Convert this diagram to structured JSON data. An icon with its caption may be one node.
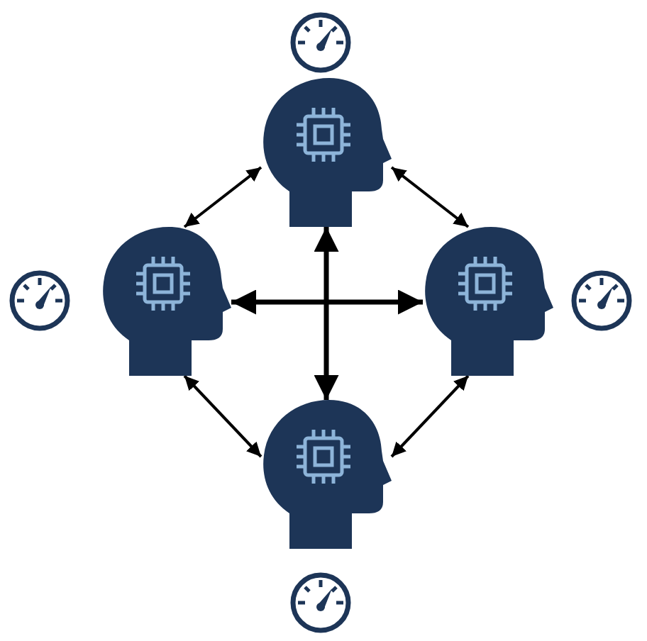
{
  "diagram": {
    "nodes": [
      {
        "text": [],
        "shape": "person"
      },
      {
        "text": [],
        "shape": "person"
      },
      {
        "text": [],
        "shape": "person"
      },
      {
        "text": [],
        "shape": "person"
      }
    ],
    "edges": [
      {
        "from": 0,
        "to": 1,
        "arrow": "both"
      },
      {
        "from": 0,
        "to": 2,
        "arrow": "both"
      },
      {
        "from": 0,
        "to": 3,
        "arrow": "both"
      },
      {
        "from": 1,
        "to": 2,
        "arrow": "both"
      },
      {
        "from": 1,
        "to": 3,
        "arrow": "both"
      },
      {
        "from": 2,
        "to": 3,
        "arrow": "both"
      }
    ]
  }
}
